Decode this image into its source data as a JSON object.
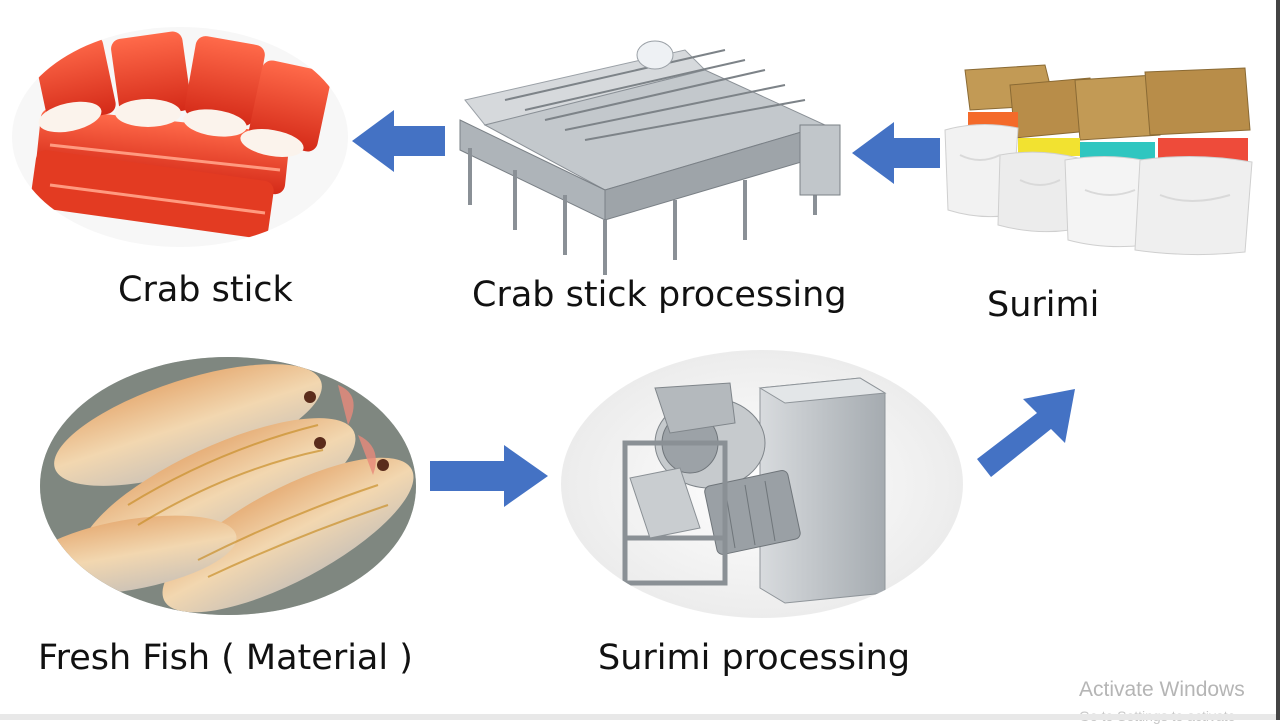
{
  "nodes": {
    "crab_stick": "Crab stick",
    "crab_stick_processing": "Crab stick processing",
    "surimi": "Surimi",
    "fresh_fish": "Fresh Fish ( Material )",
    "surimi_processing": "Surimi processing"
  },
  "colors": {
    "arrow": "#4472c4",
    "crab_red": "#e8412a",
    "steel": "#b8bcc0"
  },
  "watermark": {
    "title": "Activate Windows",
    "subtitle": "Go to Settings to activate"
  }
}
